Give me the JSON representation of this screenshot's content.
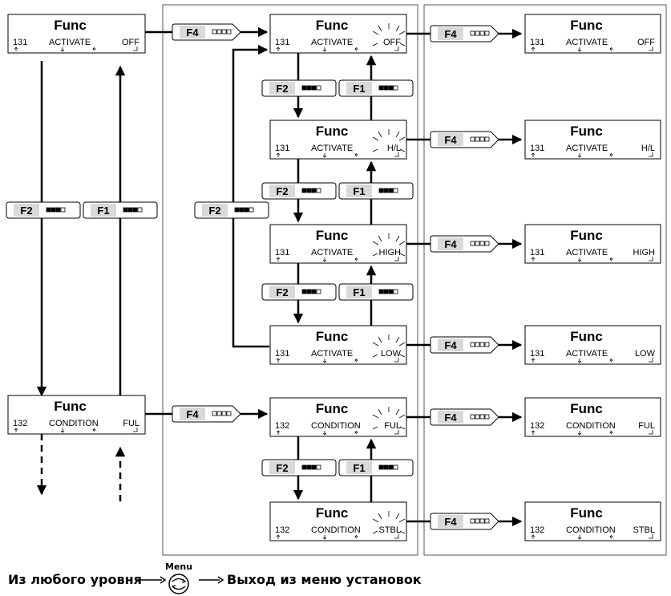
{
  "screens": {
    "func_title": "Func",
    "activate": {
      "code": "131",
      "label": "ACTIVATE"
    },
    "condition": {
      "code": "132",
      "label": "CONDITION"
    },
    "left_top_value": "OFF",
    "left_bottom_value": "FUL",
    "middle_values": [
      "OFF",
      "H/L",
      "HIGH",
      "LOW",
      "FUL",
      "STBL"
    ],
    "right_values": [
      "OFF",
      "H/L",
      "HIGH",
      "LOW",
      "FUL",
      "STBL"
    ]
  },
  "keys": {
    "f1": "F1",
    "f2": "F2",
    "f4": "F4"
  },
  "footer": {
    "from_any_level": "Из любого уровня",
    "menu_label": "Menu",
    "exit_text": "Выход из меню установок"
  }
}
